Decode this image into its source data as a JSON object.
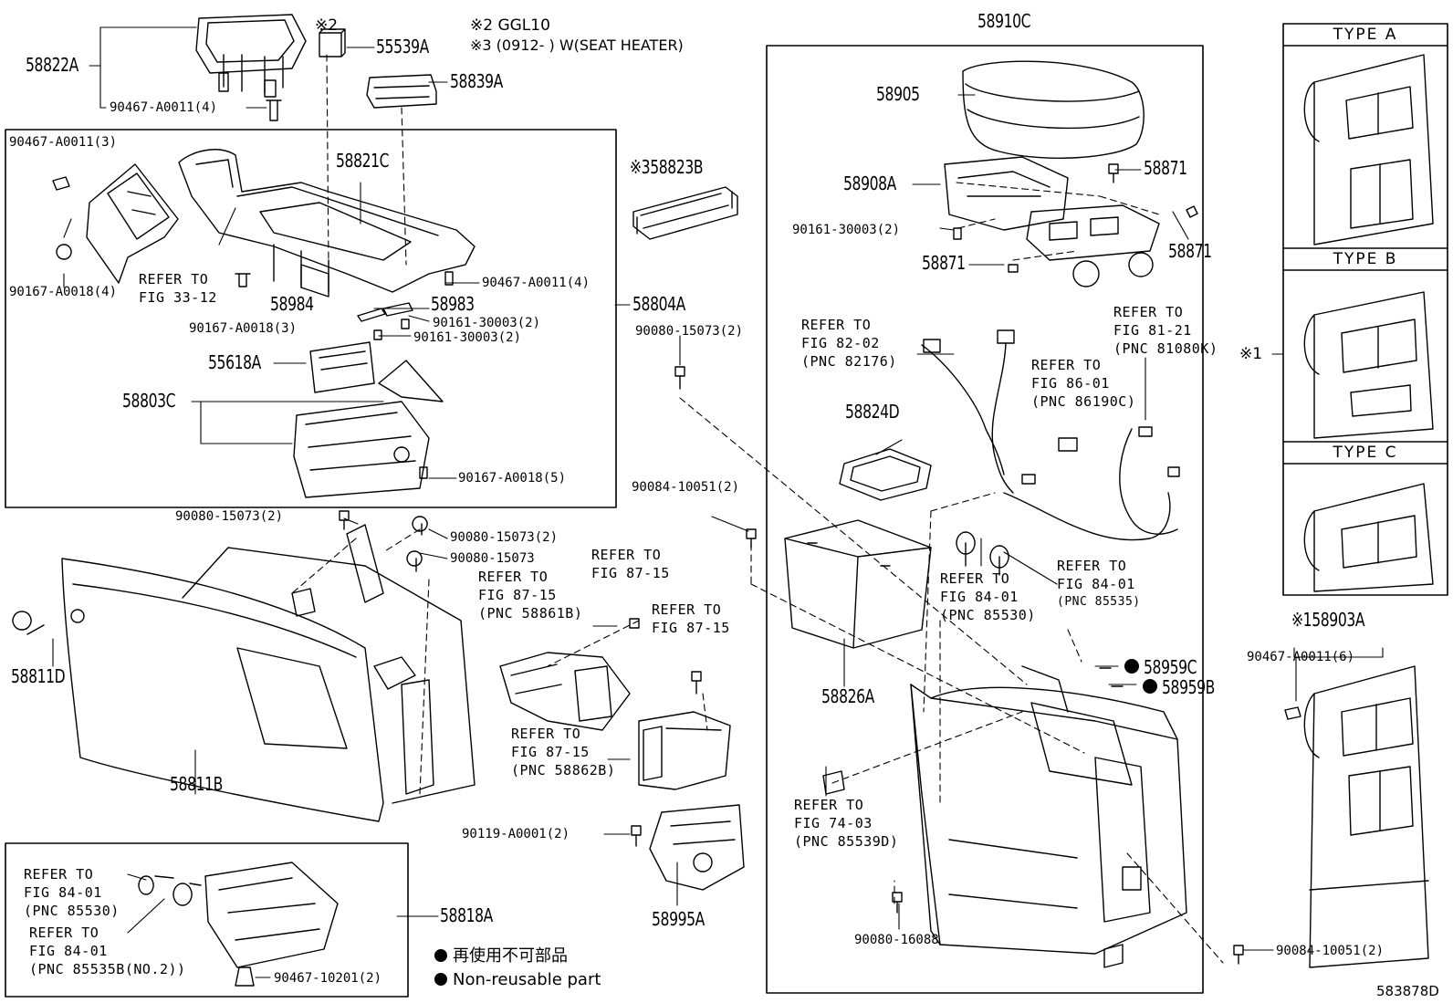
{
  "diagram_id": "583878D",
  "notes": {
    "note2_mark": "※2",
    "note2_text": "※2 GGL10",
    "note3_text": "※3 (0912-   ) W(SEAT HEATER)",
    "note1_mark": "※1"
  },
  "legend": {
    "jp": "再使用不可部品",
    "en": "Non-reusable part"
  },
  "types": {
    "a": "TYPE A",
    "b": "TYPE B",
    "c": "TYPE C"
  },
  "parts": {
    "p58822A": "58822A",
    "p55539A": "55539A",
    "p58839A": "58839A",
    "p58910C": "58910C",
    "p58905": "58905",
    "p58908A": "58908A",
    "p58871a": "58871",
    "p58871b": "58871",
    "p58871c": "58871",
    "p58821C": "58821C",
    "p58823B": "※358823B",
    "p58984": "58984",
    "p58983": "58983",
    "p58804A": "58804A",
    "p55618A": "55618A",
    "p58803C": "58803C",
    "p58824D": "58824D",
    "p58811D": "58811D",
    "p58811B": "58811B",
    "p58826A": "58826A",
    "p58959C": "58959C",
    "p58959B": "58959B",
    "p58903A": "※158903A",
    "p58995A": "58995A",
    "p58818A": "58818A"
  },
  "fasteners": {
    "f1": "90467-A0011(4)",
    "f2": "90467-A0011(3)",
    "f3": "90167-A0018(4)",
    "f4": "90167-A0018(3)",
    "f5": "90467-A0011(4)",
    "f6": "90161-30003(2)",
    "f7": "90161-30003(2)",
    "f8": "90167-A0018(5)",
    "f9": "90161-30003(2)",
    "f10": "90080-15073(2)",
    "f11": "90080-15073(2)",
    "f12": "90080-15073(2)",
    "f13": "90080-15073",
    "f14": "90084-10051(2)",
    "f15": "90119-A0001(2)",
    "f16": "90080-16088",
    "f17": "90467-A0011(6)",
    "f18": "90084-10051(2)",
    "f19": "90467-10201(2)"
  },
  "refs": {
    "r1": [
      "REFER TO",
      "FIG 33-12"
    ],
    "r2": [
      "REFER TO",
      "FIG 82-02",
      "(PNC 82176)"
    ],
    "r3": [
      "REFER TO",
      "FIG 81-21",
      "(PNC 81080K)"
    ],
    "r4": [
      "REFER TO",
      "FIG 86-01",
      "(PNC 86190C)"
    ],
    "r5": [
      "REFER TO",
      "FIG 87-15"
    ],
    "r6": [
      "REFER TO",
      "FIG 87-15",
      "(PNC 58861B)"
    ],
    "r7": [
      "REFER TO",
      "FIG 87-15"
    ],
    "r8": [
      "REFER TO",
      "FIG 84-01",
      "(PNC 85530)"
    ],
    "r9": [
      "REFER TO",
      "FIG 84-01",
      "(PNC 85535)"
    ],
    "r10": [
      "REFER TO",
      "FIG 87-15",
      "(PNC 58862B)"
    ],
    "r11": [
      "REFER TO",
      "FIG 74-03",
      "(PNC 85539D)"
    ],
    "r12": [
      "REFER TO",
      "FIG 84-01",
      "(PNC 85530)"
    ],
    "r13": [
      "REFER TO",
      "FIG 84-01",
      "(PNC 85535B(NO.2))"
    ]
  }
}
